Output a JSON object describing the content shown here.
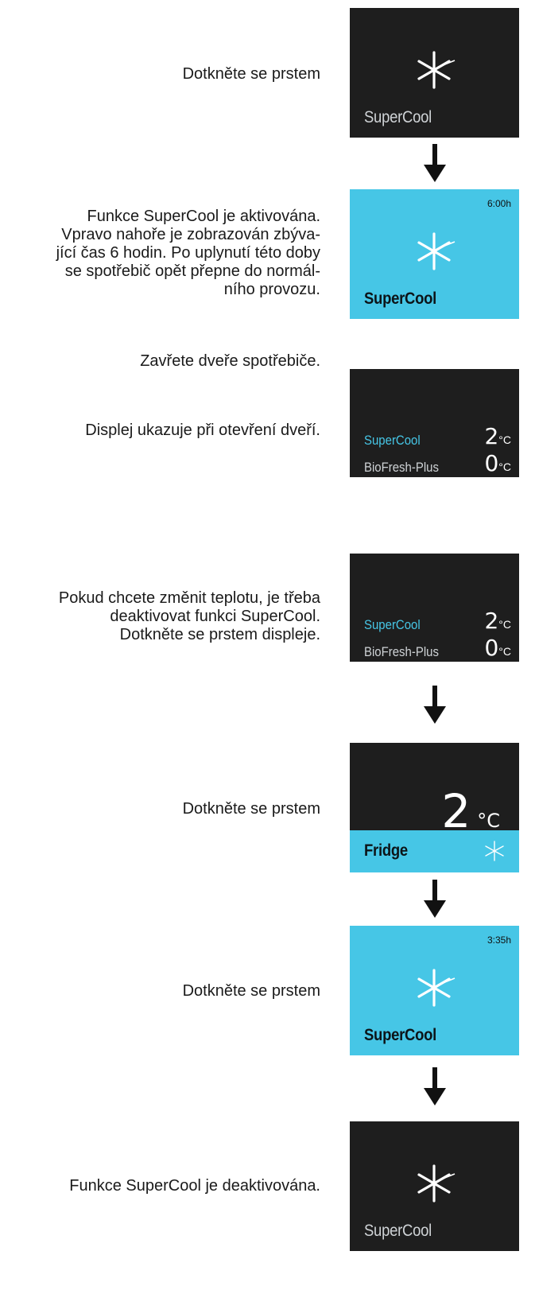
{
  "steps": [
    {
      "caption": "Dotkněte se prstem"
    },
    {
      "caption_lines": [
        "Funkce SuperCool je aktivována.",
        "Vpravo nahoře je zobrazován zbýva-",
        "jící čas 6 hodin. Po uplynutí této doby",
        "se spotřebič opět přepne do normál-",
        "ního provozu."
      ]
    },
    {
      "caption": "Zavřete dveře spotřebiče."
    },
    {
      "caption": "Displej ukazuje při otevření dveří."
    },
    {
      "caption_lines": [
        "Pokud chcete změnit teplotu, je třeba",
        "deaktivovat funkci SuperCool.",
        "Dotkněte se prstem displeje."
      ]
    },
    {
      "caption": "Dotkněte se prstem"
    },
    {
      "caption": "Dotkněte se prstem"
    },
    {
      "caption": "Funkce SuperCool je deaktivována."
    }
  ],
  "panels": {
    "p1": {
      "label": "SuperCool"
    },
    "p2": {
      "label": "SuperCool",
      "timer": "6:00h"
    },
    "p3": {
      "row1": {
        "label": "SuperCool",
        "value": "2",
        "unit": "°C"
      },
      "row2": {
        "label": "BioFresh-Plus",
        "value": "0",
        "unit": "°C"
      }
    },
    "p4": {
      "row1": {
        "label": "SuperCool",
        "value": "2",
        "unit": "°C"
      },
      "row2": {
        "label": "BioFresh-Plus",
        "value": "0",
        "unit": "°C"
      }
    },
    "p5": {
      "value": "2",
      "unit": "°C",
      "label": "Fridge"
    },
    "p6": {
      "label": "SuperCool",
      "timer": "3:35h"
    },
    "p7": {
      "label": "SuperCool"
    }
  },
  "icons": [
    "snowflake-icon",
    "down-arrow-icon"
  ],
  "colors": {
    "dark_panel": "#1e1e1e",
    "cyan_panel": "#46c6e6"
  }
}
